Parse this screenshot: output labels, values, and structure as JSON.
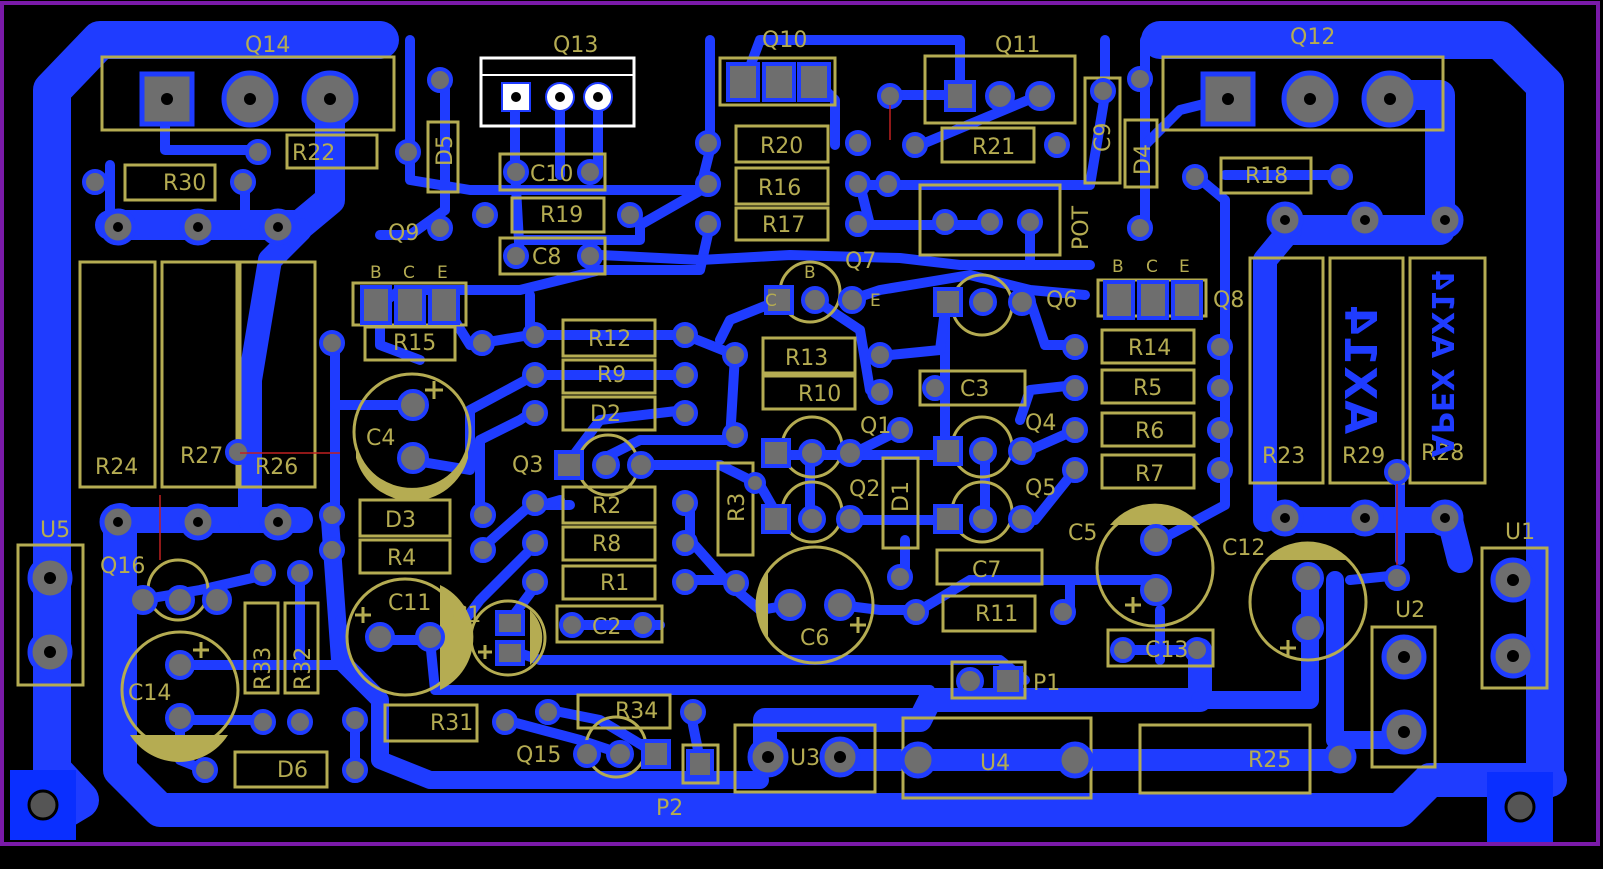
{
  "colors": {
    "background": "#000000",
    "copper": "#1f3cff",
    "silkscreen": "#b5ac52",
    "pad": "#6e6e6e",
    "drill": "#000000",
    "board_outline": "#7a1aa8",
    "q13_outline": "#ffffff",
    "mounting_pad": "#0a2fff"
  },
  "labels": {
    "q14": "Q14",
    "q13": "Q13",
    "q10": "Q10",
    "q11": "Q11",
    "q12": "Q12",
    "r22": "R22",
    "r30": "R30",
    "d5": "D5",
    "c10": "C10",
    "r19": "R19",
    "c8": "C8",
    "q9": "Q9",
    "r20": "R20",
    "r16": "R16",
    "r17": "R17",
    "r21": "R21",
    "c9": "C9",
    "d4": "D4",
    "r18": "R18",
    "pot": "POT",
    "q9_b": "B",
    "q9_c": "C",
    "q9_e": "E",
    "q8_b": "B",
    "q8_c": "C",
    "q8_e": "E",
    "q7_b": "B",
    "q7_c": "C",
    "q7_e": "E",
    "q7": "Q7",
    "q6": "Q6",
    "q8": "Q8",
    "r15": "R15",
    "r12": "R12",
    "r9": "R9",
    "d2": "D2",
    "r13": "R13",
    "r10": "R10",
    "c3": "C3",
    "r14": "R14",
    "r5": "R5",
    "r6": "R6",
    "r7": "R7",
    "c4": "C4",
    "q3": "Q3",
    "q1": "Q1",
    "q4": "Q4",
    "q2": "Q2",
    "q5": "Q5",
    "d1": "D1",
    "r3": "R3",
    "r24": "R24",
    "r27": "R27",
    "r26": "R26",
    "r23": "R23",
    "r29": "R29",
    "r28": "R28",
    "apex": "APEX AX14",
    "ax14": "AX14",
    "d3": "D3",
    "r4": "R4",
    "r2": "R2",
    "r8": "R8",
    "r1": "R1",
    "c2": "C2",
    "c11": "C11",
    "c1": "C1",
    "c6": "C6",
    "c7": "C7",
    "r11": "R11",
    "c5": "C5",
    "c12": "C12",
    "c13": "C13",
    "u5": "U5",
    "q16": "Q16",
    "u1": "U1",
    "u2": "U2",
    "c14": "C14",
    "r33": "R33",
    "r32": "R32",
    "r31": "R31",
    "r34": "R34",
    "q15": "Q15",
    "d6": "D6",
    "u3": "U3",
    "u4": "U4",
    "r25": "R25",
    "p1": "P1",
    "p2": "P2"
  }
}
